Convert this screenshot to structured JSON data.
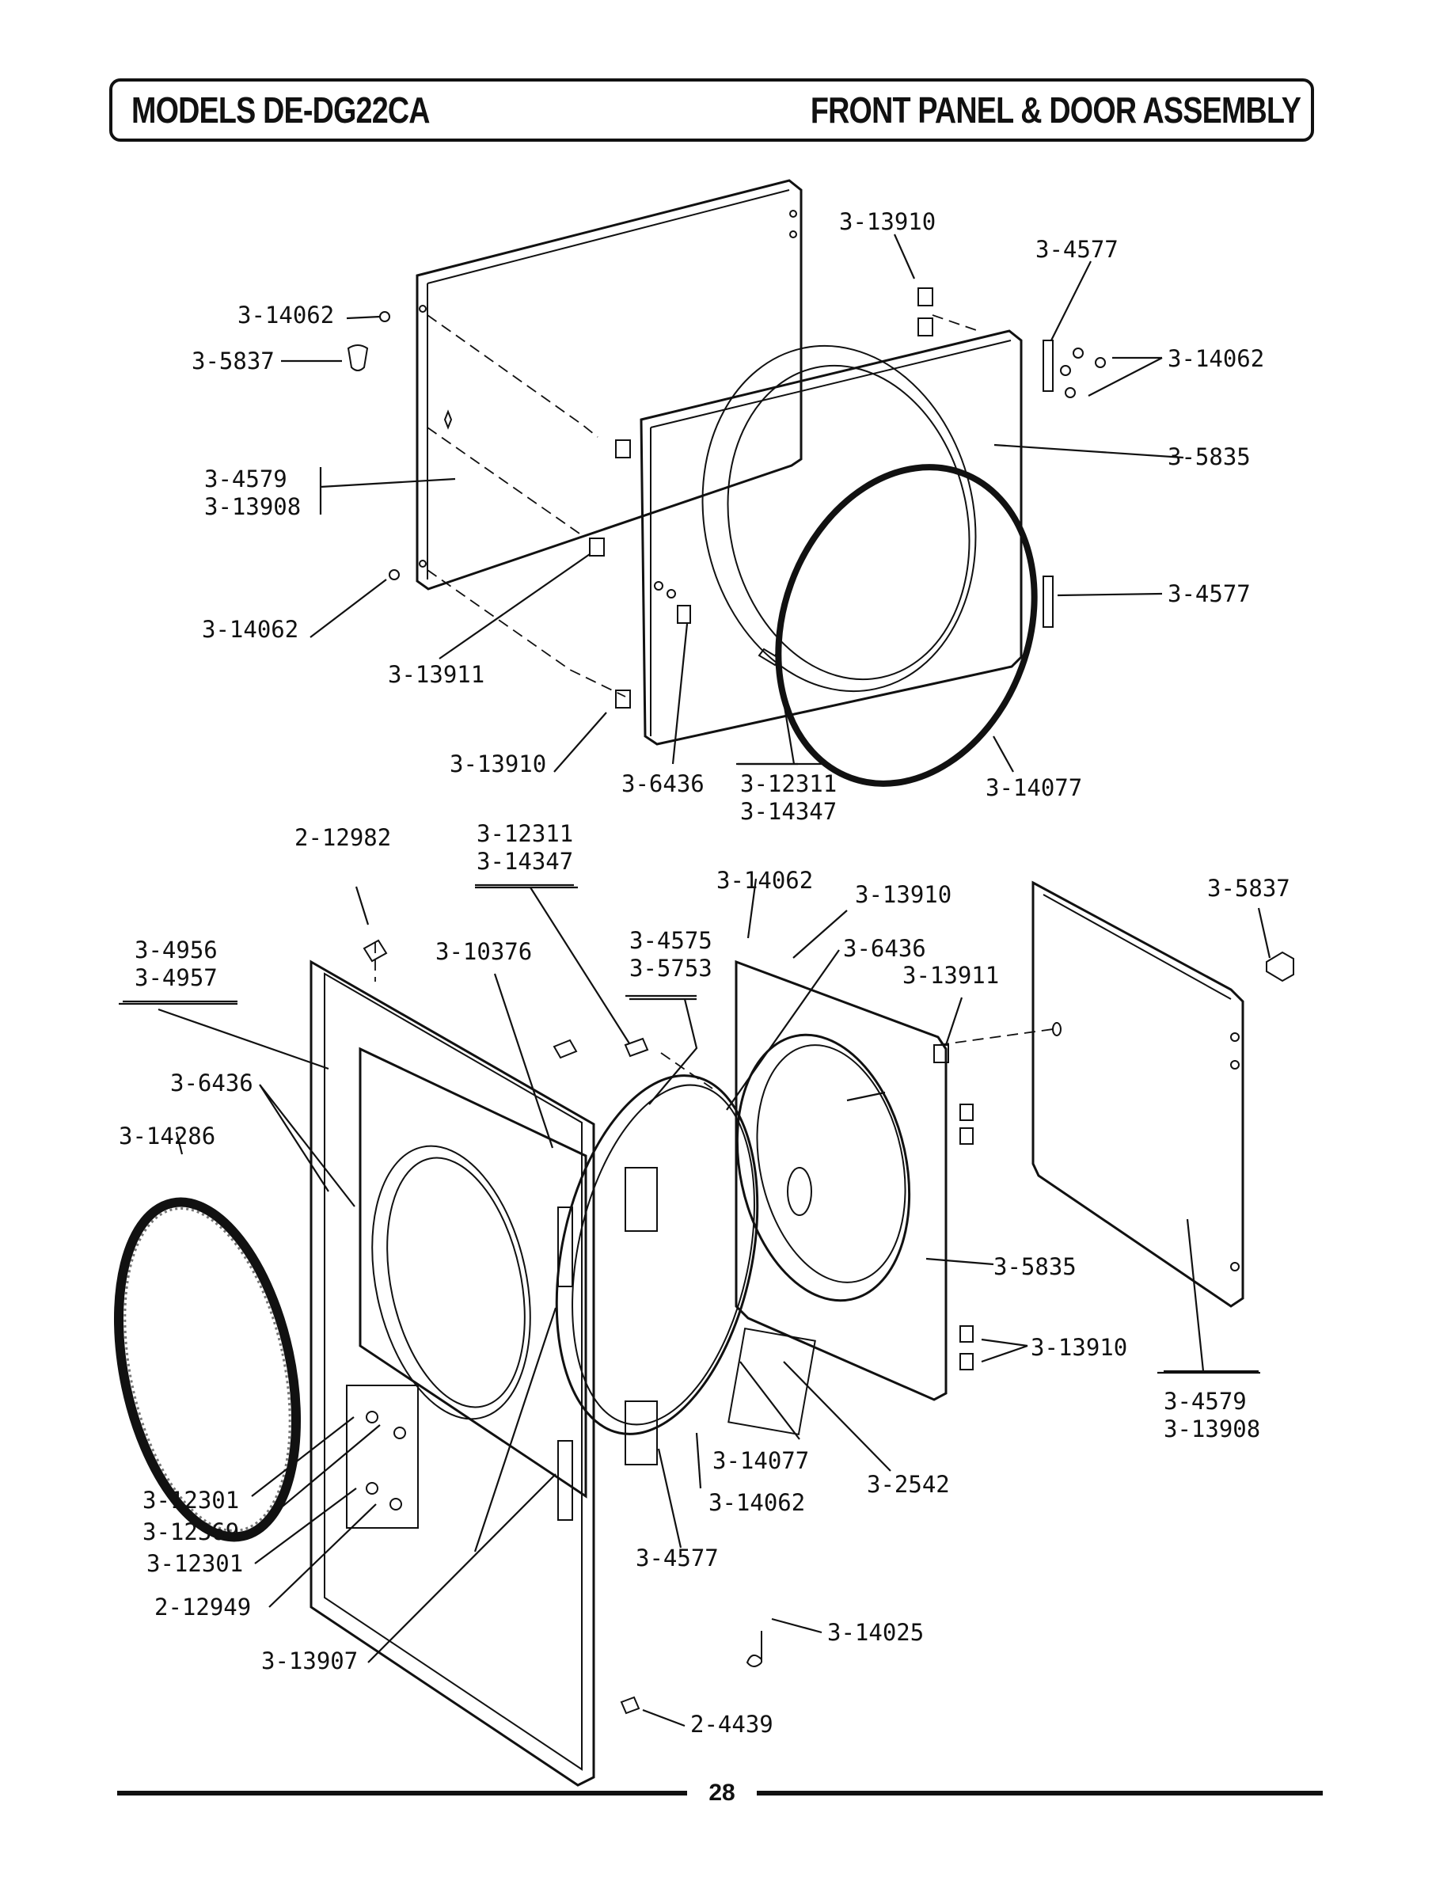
{
  "header": {
    "models": "MODELS DE-DG22CA",
    "title": "FRONT PANEL & DOOR ASSEMBLY"
  },
  "page_number": "28",
  "callouts": {
    "t1": "3-13910",
    "t2": "3-4577",
    "t3": "3-14062",
    "t4": "3-5837",
    "t5": "3-14062",
    "t6": "3-5835",
    "t7a": "3-4579",
    "t7b": "3-13908",
    "t8": "3-4577",
    "t9": "3-14062",
    "t10": "3-13911",
    "t11": "3-13910",
    "t12": "3-6436",
    "t13a": "3-12311",
    "t13b": "3-14347",
    "t14": "3-14077",
    "b1": "2-12982",
    "b2a": "3-12311",
    "b2b": "3-14347",
    "b3": "3-14062",
    "b4": "3-13910",
    "b5": "3-5837",
    "b6a": "3-4956",
    "b6b": "3-4957",
    "b7": "3-10376",
    "b8a": "3-4575",
    "b8b": "3-5753",
    "b9": "3-6436",
    "b10": "3-13911",
    "b11": "3-6436",
    "b12": "3-14286",
    "b13": "3-5835",
    "b14": "3-13910",
    "b15a": "3-4579",
    "b15b": "3-13908",
    "b16": "3-14077",
    "b17": "3-2542",
    "b18": "3-14062",
    "b19": "3-12301",
    "b20": "3-12369",
    "b21": "3-12301",
    "b22": "2-12949",
    "b23": "3-4577",
    "b24": "3-14025",
    "b25": "3-13907",
    "b26": "2-4439"
  }
}
